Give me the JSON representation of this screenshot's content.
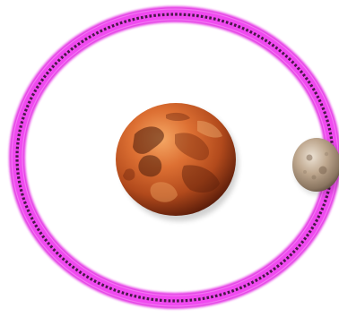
{
  "scene": {
    "background_color": "#ffffff",
    "orbit": {
      "description_icon": "orbit-ring",
      "color": "#e32ee3",
      "dash_color": "#1a0a1a"
    },
    "planet": {
      "icon": "mars-planet",
      "base_color": "#c4541e",
      "highlight_color": "#f0a060",
      "shadow_color": "#3a1208"
    },
    "moon": {
      "icon": "moon-body",
      "base_color": "#b39a82",
      "highlight_color": "#e8dccc",
      "shadow_color": "#5d4c3e"
    }
  }
}
